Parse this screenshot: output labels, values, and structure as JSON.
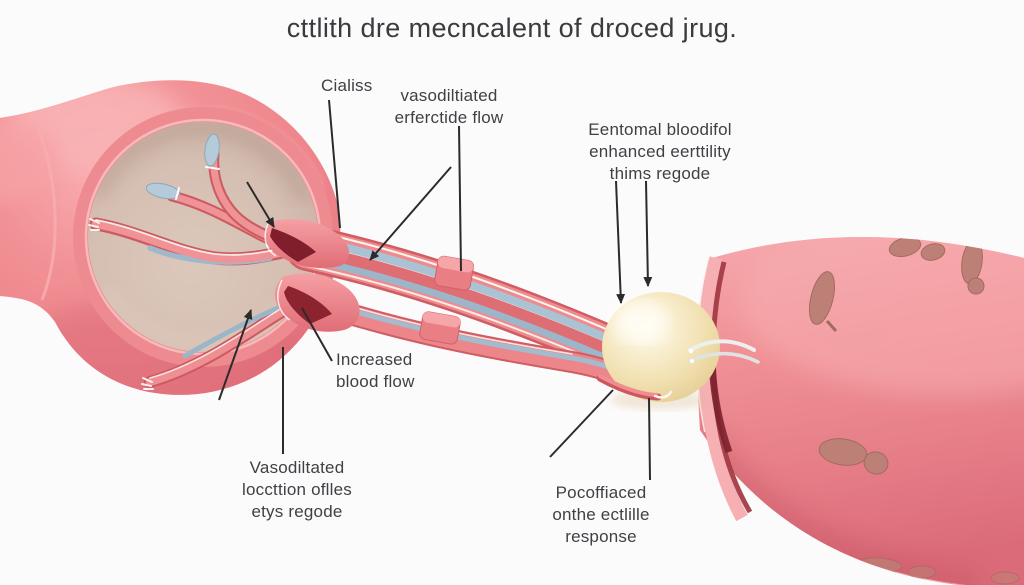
{
  "title": "cttlith dre mecncalent of droced jrug.",
  "labels": {
    "cialiss": {
      "lines": [
        "Cialiss"
      ]
    },
    "vasodilated_flow": {
      "lines": [
        "vasodiltiated",
        "erferctide flow"
      ]
    },
    "eentomal": {
      "lines": [
        "Eentomal bloodifol",
        "enhanced eerttility",
        "thims regode"
      ]
    },
    "increased_blood_flow": {
      "lines": [
        "Increased",
        "blood flow"
      ]
    },
    "vasodilated_location": {
      "lines": [
        "Vasodiltated",
        "loccttion oflles",
        "etys regode"
      ]
    },
    "pocoffiaced": {
      "lines": [
        "Pocoffiaced",
        "onthe ectlille",
        "response"
      ]
    }
  },
  "colors": {
    "tissue_pink": "#ef8f94",
    "tissue_pink_dark": "#dd6d7a",
    "cross_section_beige": "#d5bfb2",
    "vessel_red": "#ee8b8f",
    "vein_blue": "#a9c2d4",
    "gland_cream": "#f3e3b8",
    "grain_brown": "#bd8076",
    "annotation_line": "#2b2b2b",
    "background": "#fcfbfb",
    "text": "#3f3f45"
  }
}
